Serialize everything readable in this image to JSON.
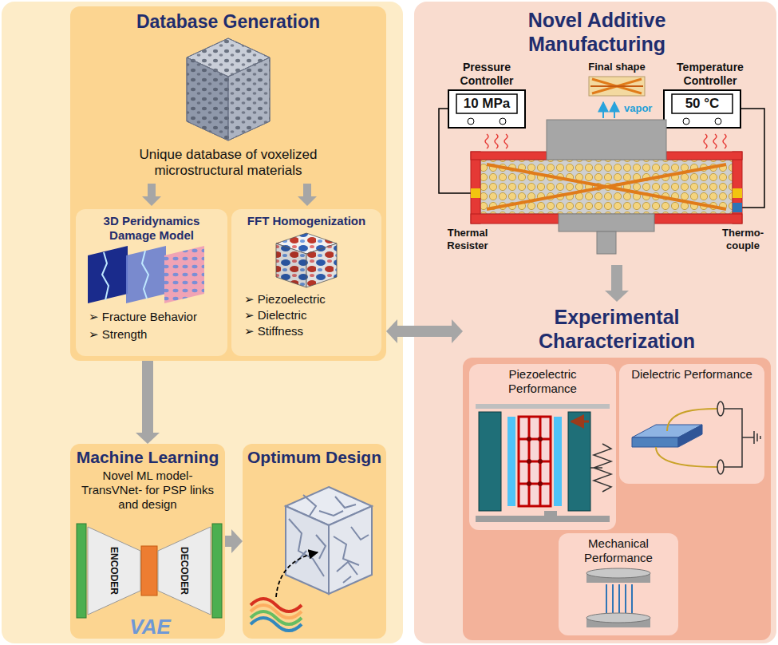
{
  "diagram": {
    "nodes": [
      {
        "text": [
          "Database Generation",
          "Unique database of voxelized microstructural materials"
        ]
      },
      {
        "text": [
          "3D Peridynamics Damage Model",
          "➢ Fracture Behavior",
          "➢ Strength"
        ],
        "in": 0
      },
      {
        "text": [
          "FFT Homogenization",
          "➢ Piezoelectric",
          "➢ Dielectric",
          "➢ Stiffness"
        ],
        "in": 0
      },
      {
        "text": [
          "Machine Learning",
          "Novel ML model-TransVNet- for PSP links and design"
        ]
      },
      {
        "text": [
          "Optimum Design"
        ]
      },
      {
        "text": [
          "Novel Additive Manufacturing"
        ]
      },
      {
        "text": [
          "Experimental Characterization"
        ]
      },
      {
        "text": [
          "Piezoelectric Performance"
        ],
        "in": 6
      },
      {
        "text": [
          "Dielectric Performance"
        ],
        "in": 6
      },
      {
        "text": [
          "Mechanical Performance"
        ],
        "in": 6
      }
    ],
    "edges": [
      {
        "from": 0,
        "to": 3,
        "arrow": "to"
      },
      {
        "from": 3,
        "to": 4,
        "arrow": "to"
      },
      {
        "from": 0,
        "to": 6,
        "arrow": "both"
      },
      {
        "from": 5,
        "to": 6,
        "arrow": "to"
      }
    ],
    "labels": [
      "Pressure Controller",
      "10 MPa",
      "Final shape",
      "Temperature Controller",
      "50 °C",
      "vapor",
      "Thermal Resister",
      "Thermo- couple",
      "ENCODER",
      "DECODER",
      "VAE"
    ]
  }
}
